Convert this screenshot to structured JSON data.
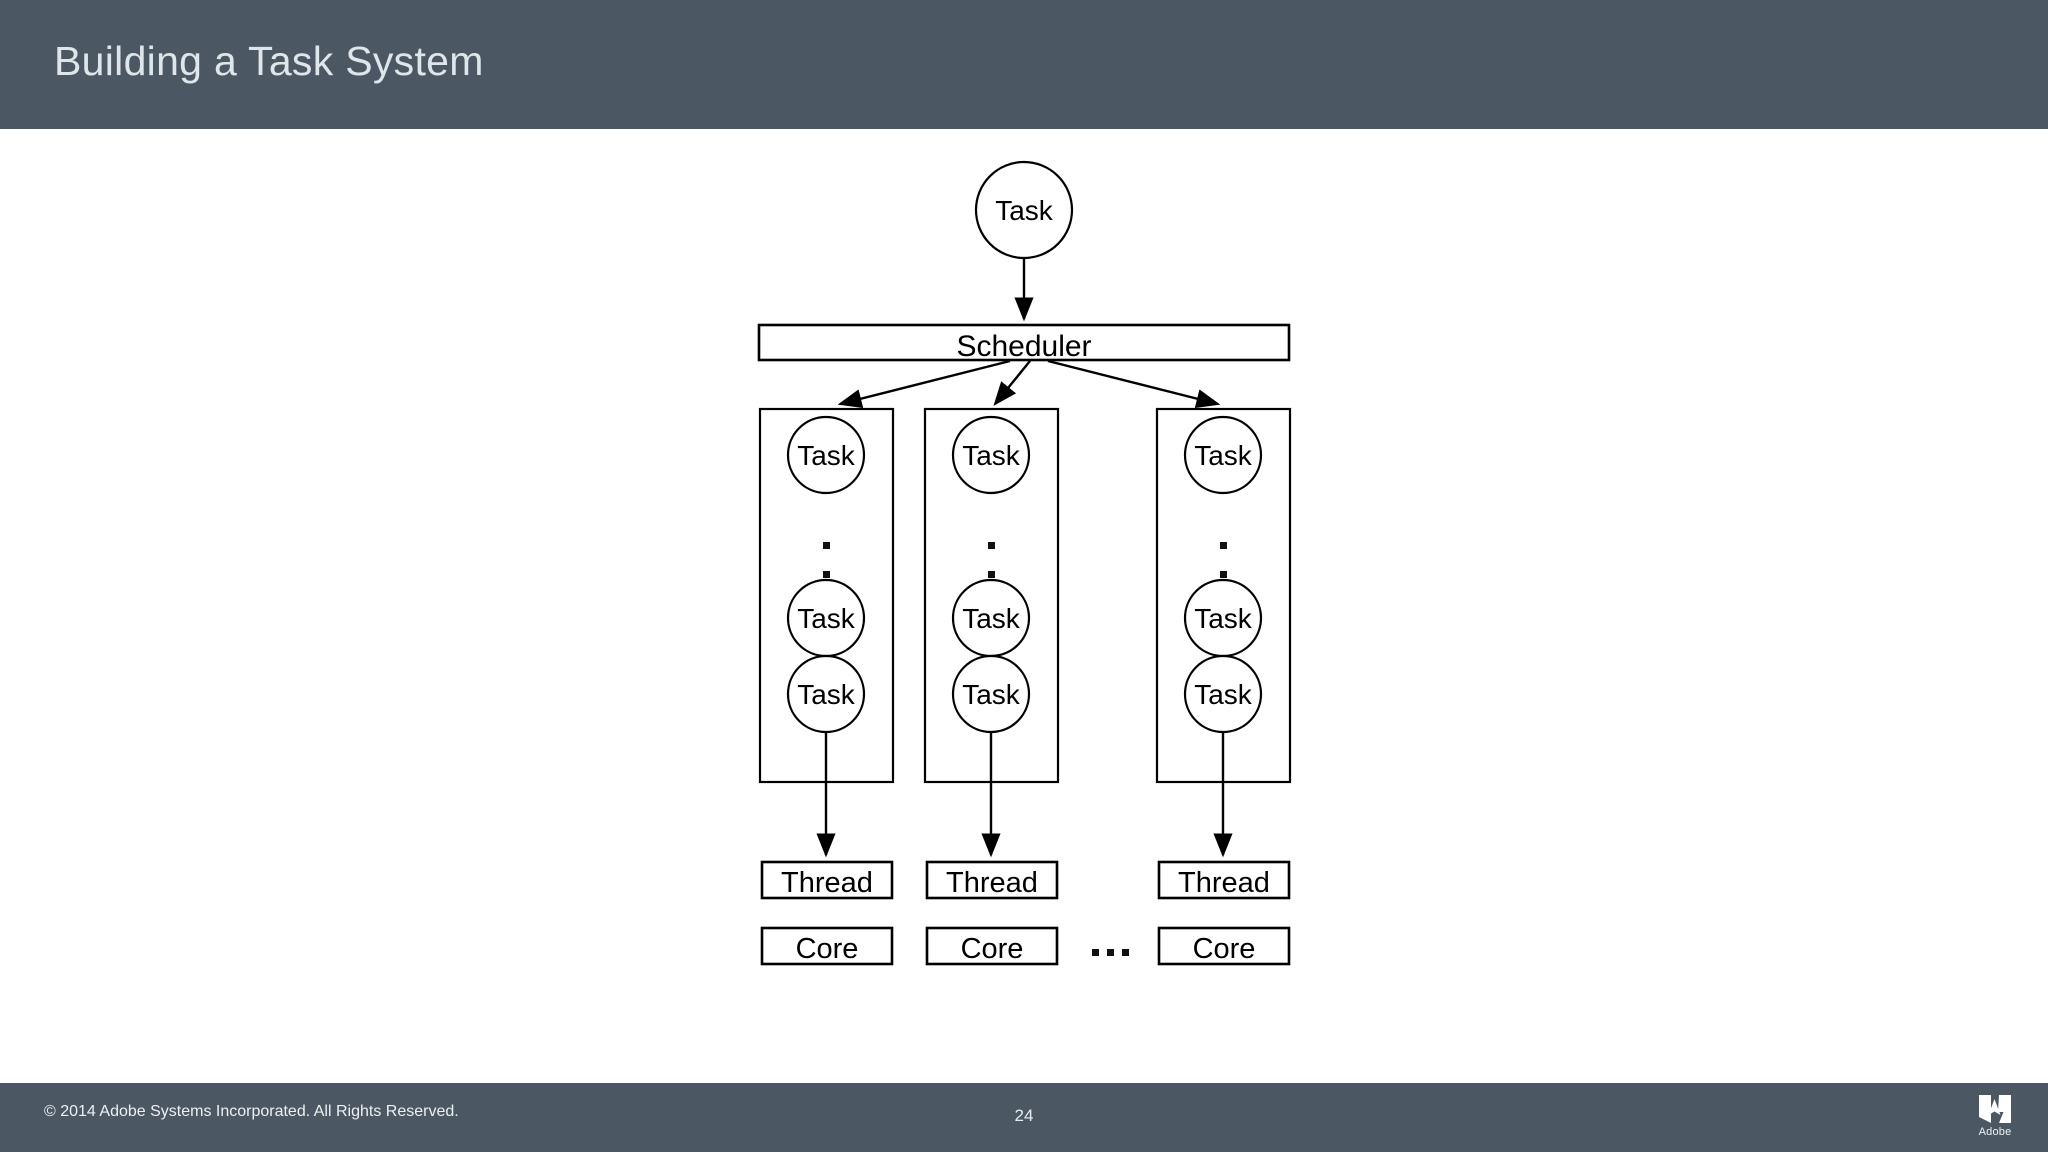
{
  "slide": {
    "title": "Building a Task System",
    "page_number": "24",
    "header_color": "#4b5763",
    "footer_color": "#4b5763",
    "background_color": "#ffffff",
    "title_color": "#dfe6ea",
    "diagram_stroke_color": "#000000"
  },
  "diagram": {
    "incoming_task": {
      "label": "Task"
    },
    "scheduler": {
      "label": "Scheduler"
    },
    "ellipsis": "…",
    "queues": [
      {
        "id": "queue-1",
        "tasks": [
          {
            "label": "Task"
          },
          {
            "label": "Task"
          },
          {
            "label": "Task"
          }
        ],
        "vertical_ellipsis": "…",
        "thread": {
          "label": "Thread"
        },
        "core": {
          "label": "Core"
        }
      },
      {
        "id": "queue-2",
        "tasks": [
          {
            "label": "Task"
          },
          {
            "label": "Task"
          },
          {
            "label": "Task"
          }
        ],
        "vertical_ellipsis": "…",
        "thread": {
          "label": "Thread"
        },
        "core": {
          "label": "Core"
        }
      },
      {
        "id": "queue-3",
        "tasks": [
          {
            "label": "Task"
          },
          {
            "label": "Task"
          },
          {
            "label": "Task"
          }
        ],
        "vertical_ellipsis": "…",
        "thread": {
          "label": "Thread"
        },
        "core": {
          "label": "Core"
        }
      }
    ]
  },
  "footer": {
    "copyright": "© 2014 Adobe Systems Incorporated.  All Rights Reserved.",
    "logo_name": "adobe-logo",
    "wordmark": "Adobe"
  }
}
